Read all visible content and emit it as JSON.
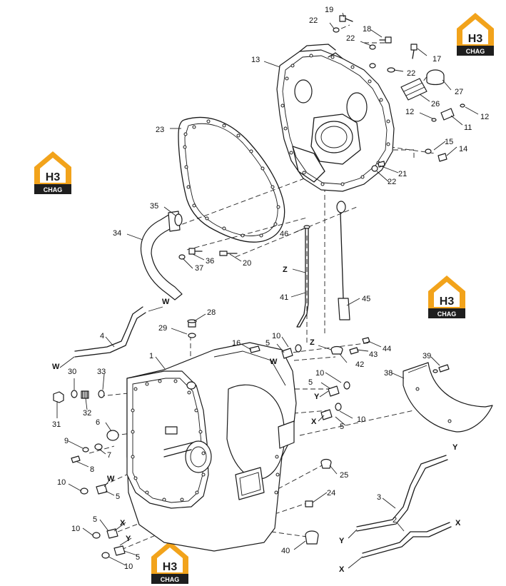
{
  "watermark": {
    "mark": "H3",
    "word": "CHAG"
  },
  "colors": {
    "line": "#1a1a1a",
    "logo_orange": "#f2a31b",
    "logo_dark": "#1e1e1e"
  },
  "part_numbers": [
    "19",
    "22",
    "18",
    "22",
    "13",
    "17",
    "22",
    "27",
    "26",
    "12",
    "12",
    "11",
    "15",
    "14",
    "23",
    "21",
    "22",
    "35",
    "34",
    "46",
    "36",
    "37",
    "20",
    "W",
    "Z",
    "41",
    "45",
    "28",
    "29",
    "4",
    "16",
    "10",
    "5",
    "W",
    "Z",
    "43",
    "44",
    "1",
    "42",
    "39",
    "W",
    "30",
    "33",
    "38",
    "10",
    "5",
    "Y",
    "31",
    "32",
    "6",
    "X",
    "5",
    "10",
    "9",
    "7",
    "8",
    "25",
    "10",
    "W",
    "5",
    "24",
    "3",
    "Y",
    "5",
    "X",
    "10",
    "2",
    "X",
    "Y",
    "5",
    "10",
    "40",
    "Y",
    "X"
  ]
}
